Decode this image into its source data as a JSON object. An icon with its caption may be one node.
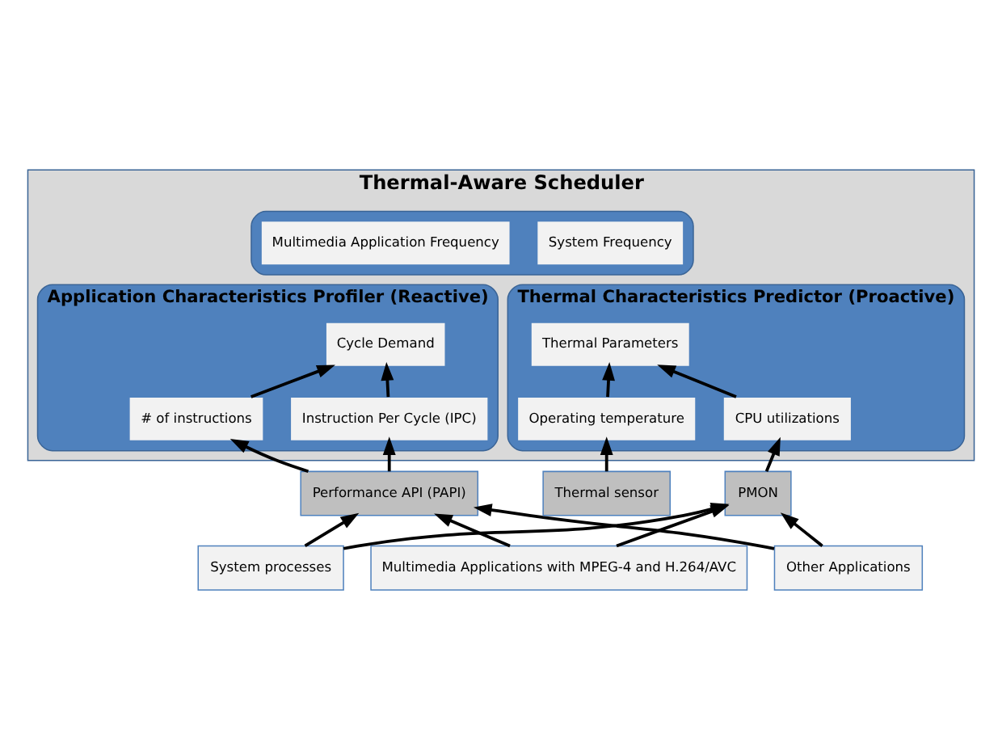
{
  "diagram": {
    "nodes": [
      {
        "text": [
          "Thermal-Aware Scheduler"
        ]
      },
      {
        "text": [],
        "shape": "box",
        "in": 0
      },
      {
        "text": [
          "Multimedia Application Frequency"
        ],
        "in": 1
      },
      {
        "text": [
          "System Frequency"
        ],
        "in": 1
      },
      {
        "text": [
          "Application Characteristics Profiler (Reactive)"
        ],
        "in": 0
      },
      {
        "text": [
          "Cycle Demand"
        ],
        "in": 4
      },
      {
        "text": [
          "# of instructions"
        ],
        "in": 4
      },
      {
        "text": [
          "Instruction Per Cycle (IPC)"
        ],
        "in": 4
      },
      {
        "text": [
          "Thermal Characteristics Predictor (Proactive)"
        ],
        "in": 0
      },
      {
        "text": [
          "Thermal Parameters"
        ],
        "in": 8
      },
      {
        "text": [
          "CPU utilizations"
        ],
        "in": 8
      },
      {
        "text": [
          "Operating temperature"
        ],
        "in": 8
      },
      {
        "text": [
          "Performance API (PAPI)"
        ]
      },
      {
        "text": [
          "PMON"
        ]
      },
      {
        "text": [
          "Thermal sensor"
        ]
      },
      {
        "text": [
          "Multimedia Applications with MPEG-4 and H.264/AVC"
        ]
      },
      {
        "text": [
          "System processes"
        ]
      },
      {
        "text": [
          "Other Applications"
        ]
      }
    ],
    "edges": [
      {
        "from": 6,
        "to": 5,
        "arrow": "to"
      },
      {
        "from": 7,
        "to": 5,
        "arrow": "to"
      },
      {
        "from": 12,
        "to": 6,
        "arrow": "to"
      },
      {
        "from": 12,
        "to": 7,
        "arrow": "to"
      },
      {
        "from": 10,
        "to": 9,
        "arrow": "to"
      },
      {
        "from": 11,
        "to": 9,
        "arrow": "to"
      },
      {
        "from": 13,
        "to": 10,
        "arrow": "to"
      },
      {
        "from": 14,
        "to": 11,
        "arrow": "to"
      },
      {
        "from": 15,
        "to": 12,
        "arrow": "to"
      },
      {
        "from": 15,
        "to": 13,
        "arrow": "to"
      },
      {
        "from": 16,
        "to": 12,
        "arrow": "to"
      },
      {
        "from": 16,
        "to": 13,
        "arrow": "to"
      },
      {
        "from": 17,
        "to": 12,
        "arrow": "to"
      },
      {
        "from": 17,
        "to": 13,
        "arrow": "to"
      }
    ]
  }
}
